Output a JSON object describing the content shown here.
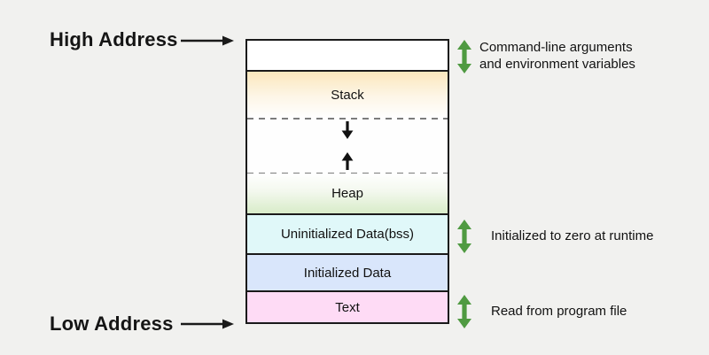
{
  "colors": {
    "background": "#f1f1ef",
    "border": "#1a1a1a",
    "stack_top": "#fbe7bd",
    "heap_bottom": "#d8ecc9",
    "bss_fill": "#e0f8f9",
    "data_fill": "#d9e6fb",
    "text_fill": "#fedbf5",
    "green_arrow": "#4f9a41",
    "dashed_line": "#7c7c7c",
    "black_arrow": "#1a1a1a"
  },
  "left_labels": {
    "high": "High Address",
    "low": "Low Address"
  },
  "memory_box": {
    "segments": [
      {
        "id": "env",
        "label": ""
      },
      {
        "id": "stack",
        "label": "Stack"
      },
      {
        "id": "heap",
        "label": "Heap"
      },
      {
        "id": "bss",
        "label": "Uninitialized Data(bss)"
      },
      {
        "id": "data",
        "label": "Initialized Data"
      },
      {
        "id": "text",
        "label": "Text"
      }
    ]
  },
  "annotations": [
    {
      "lines": [
        "Command-line arguments",
        "and environment variables"
      ]
    },
    {
      "lines": [
        "Initialized to zero at runtime"
      ]
    },
    {
      "lines": [
        "Read from program file"
      ]
    }
  ]
}
